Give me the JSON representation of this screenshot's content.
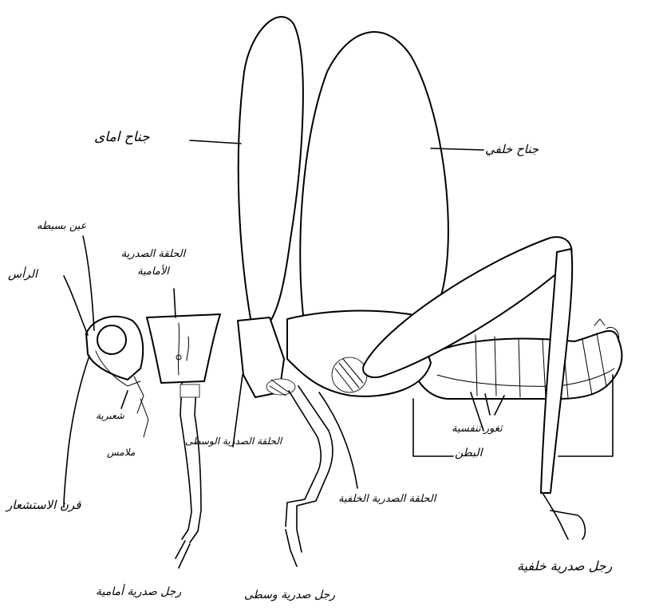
{
  "labels": {
    "forewing": "جناح اماى",
    "hindwing": "جناح خلفي",
    "compound_eye": "عين بسيطه",
    "head": "الرأس",
    "prothorax": "الحلقة الصدرية الأمامية",
    "antenna": "قرن الاستشعار",
    "mandible": "شعبرية",
    "palp": "ملامس",
    "mesothorax": "الحلقة الصدرية الوسطى",
    "metathorax": "الحلقة الصدرية الخلفية",
    "spiracles": "ثغور تنفسية",
    "abdomen": "البطن",
    "foreleg": "رجل صدرية أمامية",
    "midleg": "رجل صدرية وسطى",
    "hindleg": "رجل صدرية خلفية"
  }
}
